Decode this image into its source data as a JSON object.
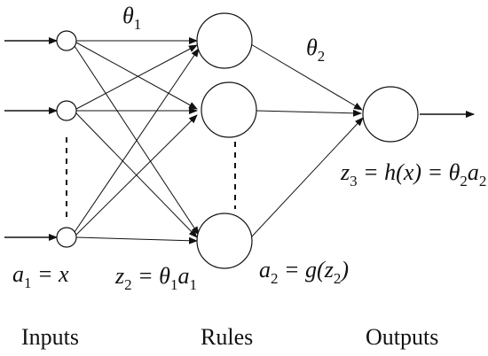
{
  "diagram": {
    "labels": {
      "theta1": {
        "base": "θ",
        "sub": "1"
      },
      "theta2": {
        "base": "θ",
        "sub": "2"
      },
      "eq_a1": {
        "p1": "a",
        "s1": "1",
        "p2": " = x"
      },
      "eq_z2": {
        "p1": "z",
        "s1": "2",
        "p2": " = θ",
        "s2": "1",
        "p3": "a",
        "s3": "1"
      },
      "eq_a2": {
        "p1": "a",
        "s1": "2",
        "p2": " = g(z",
        "s2": "2",
        "p3": ")"
      },
      "eq_z3": {
        "p1": "z",
        "s1": "3",
        "p2": " = h(x) = θ",
        "s2": "2",
        "p3": "a",
        "s3": "2"
      }
    },
    "captions": {
      "inputs": "Inputs",
      "rules": "Rules",
      "outputs": "Outputs"
    }
  }
}
